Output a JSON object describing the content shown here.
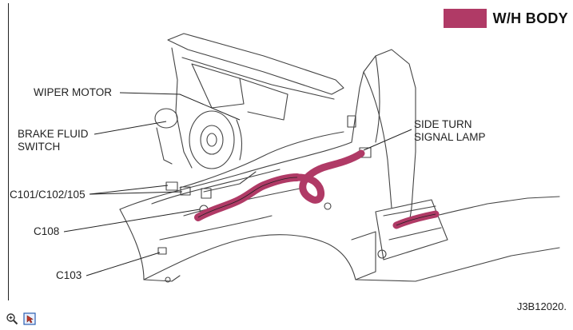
{
  "legend": {
    "label": "W/H BODY",
    "color": "#b03a66"
  },
  "callouts": {
    "wiper_motor": "WIPER MOTOR",
    "brake_fluid_switch": "BRAKE FLUID\nSWITCH",
    "c101": "C101/C102/105",
    "c108": "C108",
    "c103": "C103",
    "side_turn_lamp": "SIDE TURN\nSIGNAL LAMP"
  },
  "figure_code": "J3B12020.",
  "toolbar": {
    "zoom_icon": "zoom-in-icon",
    "select_icon": "select-icon"
  }
}
